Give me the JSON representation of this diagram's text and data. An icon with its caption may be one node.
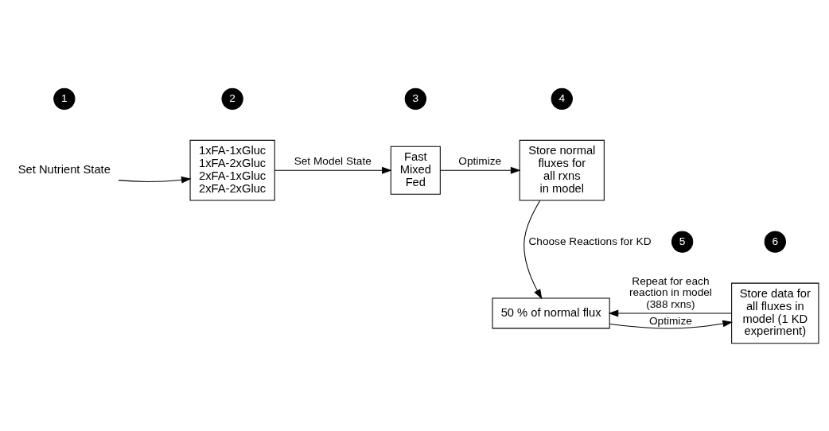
{
  "diagram": {
    "nodes": [
      {
        "text": [
          "Set Nutrient State"
        ]
      },
      {
        "text": [
          "1xFA-1xGluc",
          "1xFA-2xGluc",
          "2xFA-1xGluc",
          "2xFA-2xGluc"
        ]
      },
      {
        "text": [
          "Fast Mixed Fed"
        ]
      },
      {
        "text": [
          "Store normal fluxes for all rxns in model"
        ]
      },
      {
        "text": [
          "50 % of normal flux"
        ]
      },
      {
        "text": [
          "Store data for all fluxes in model (1 KD experiment)"
        ]
      }
    ],
    "edges": [
      {
        "from": 0,
        "to": 1,
        "arrow": "to"
      },
      {
        "from": 1,
        "to": 2,
        "arrow": "to",
        "label": "Set Model State"
      },
      {
        "from": 2,
        "to": 3,
        "arrow": "to",
        "label": "Optimize"
      },
      {
        "from": 3,
        "to": 4,
        "arrow": "to",
        "label": "Choose Reactions for KD"
      },
      {
        "from": 4,
        "to": 5,
        "arrow": "to",
        "label": "Optimize"
      },
      {
        "from": 5,
        "to": 4,
        "arrow": "to",
        "label": "Repeat for each reaction in model (388 rxns)"
      }
    ],
    "labels": [
      "1",
      "2",
      "3",
      "4",
      "5",
      "6"
    ]
  }
}
